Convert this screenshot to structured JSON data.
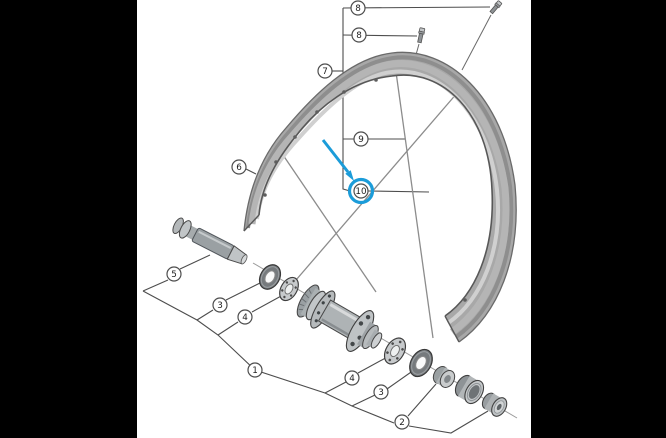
{
  "colors": {
    "background": "#ffffff",
    "frame_bars": "#000000",
    "line": "#4d4d4d",
    "part_gray": "#aeb3b5",
    "highlight": "#1b9cd9"
  },
  "highlight": {
    "highlighted_callout": "10",
    "marker_shape": "circle-ring",
    "pointer": "arrow"
  },
  "callouts": {
    "c8a": {
      "label": "8"
    },
    "c8b": {
      "label": "8"
    },
    "c7": {
      "label": "7"
    },
    "c9": {
      "label": "9"
    },
    "c10": {
      "label": "10"
    },
    "c6": {
      "label": "6"
    },
    "c5": {
      "label": "5"
    },
    "c3l": {
      "label": "3"
    },
    "c4l": {
      "label": "4"
    },
    "c1": {
      "label": "1"
    },
    "c4r": {
      "label": "4"
    },
    "c3r": {
      "label": "3"
    },
    "c2": {
      "label": "2"
    }
  },
  "parts": [
    "rim",
    "spoke",
    "spoke-nipple",
    "front-axle",
    "seal-washer-left",
    "cartridge-bearing-left",
    "hub-shell",
    "cartridge-bearing-right",
    "seal-washer-right",
    "cone-spacer",
    "bearing-cup",
    "end-cap"
  ]
}
